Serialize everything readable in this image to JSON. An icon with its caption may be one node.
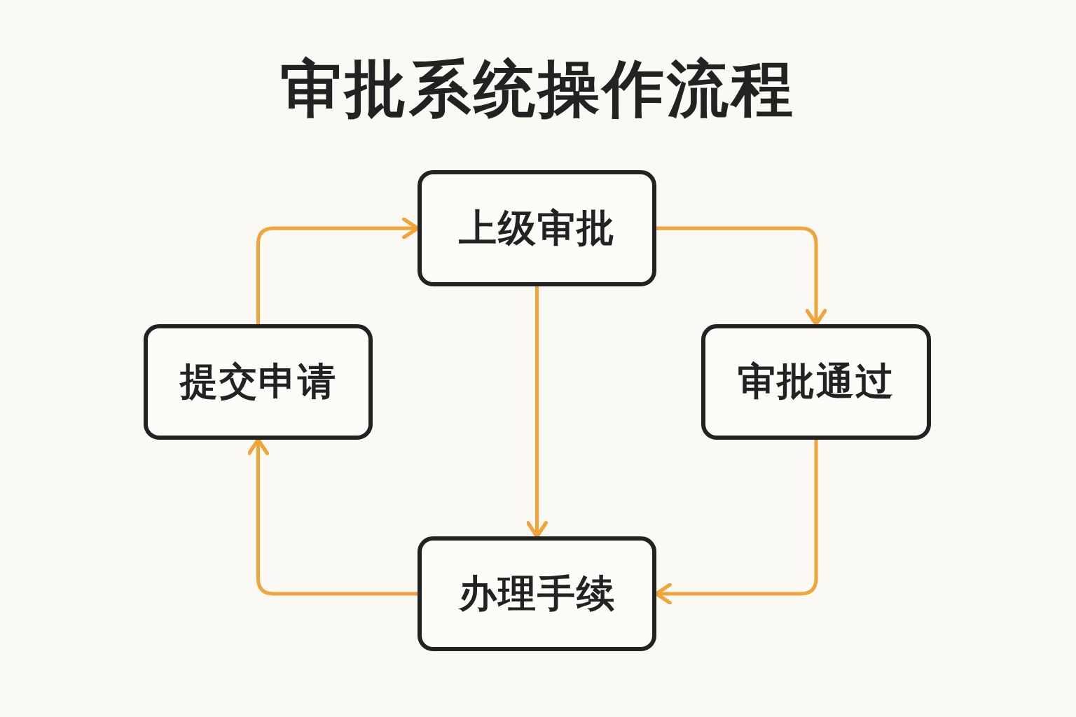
{
  "diagram": {
    "title": "审批系统操作流程",
    "nodes": [
      {
        "text": [
          "上级审批"
        ]
      },
      {
        "text": [
          "提交申请"
        ]
      },
      {
        "text": [
          "审批通过"
        ]
      },
      {
        "text": [
          "办理手续"
        ]
      }
    ],
    "edges": [
      {
        "from": 1,
        "to": 0,
        "arrow": "to"
      },
      {
        "from": 0,
        "to": 2,
        "arrow": "to"
      },
      {
        "from": 0,
        "to": 3,
        "arrow": "to"
      },
      {
        "from": 2,
        "to": 3,
        "arrow": "to"
      },
      {
        "from": 3,
        "to": 1,
        "arrow": "to"
      }
    ]
  }
}
